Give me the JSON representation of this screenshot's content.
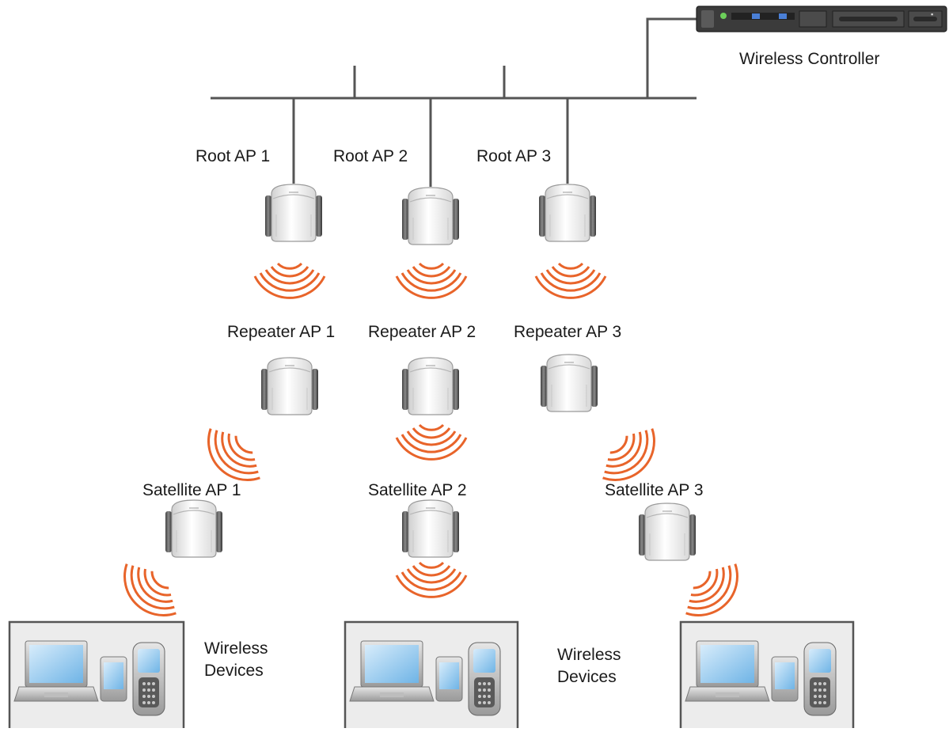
{
  "controller": {
    "label": "Wireless Controller"
  },
  "root_aps": [
    {
      "label": "Root AP 1"
    },
    {
      "label": "Root AP 2"
    },
    {
      "label": "Root AP 3"
    }
  ],
  "repeater_aps": [
    {
      "label": "Repeater AP 1"
    },
    {
      "label": "Repeater AP 2"
    },
    {
      "label": "Repeater AP 3"
    }
  ],
  "satellite_aps": [
    {
      "label": "Satellite AP 1"
    },
    {
      "label": "Satellite AP 2"
    },
    {
      "label": "Satellite AP 3"
    }
  ],
  "device_groups": {
    "label_line1": "Wireless",
    "label_line2": "Devices"
  },
  "colors": {
    "wire": "#555555",
    "signal": "#e8642a",
    "box_border": "#555555",
    "box_fill": "#ececec"
  },
  "icons": {
    "controller": "rack-server-icon",
    "ap": "access-point-icon",
    "signal": "wireless-signal-icon",
    "laptop": "laptop-icon",
    "pda": "pda-icon",
    "phone": "phone-icon"
  }
}
